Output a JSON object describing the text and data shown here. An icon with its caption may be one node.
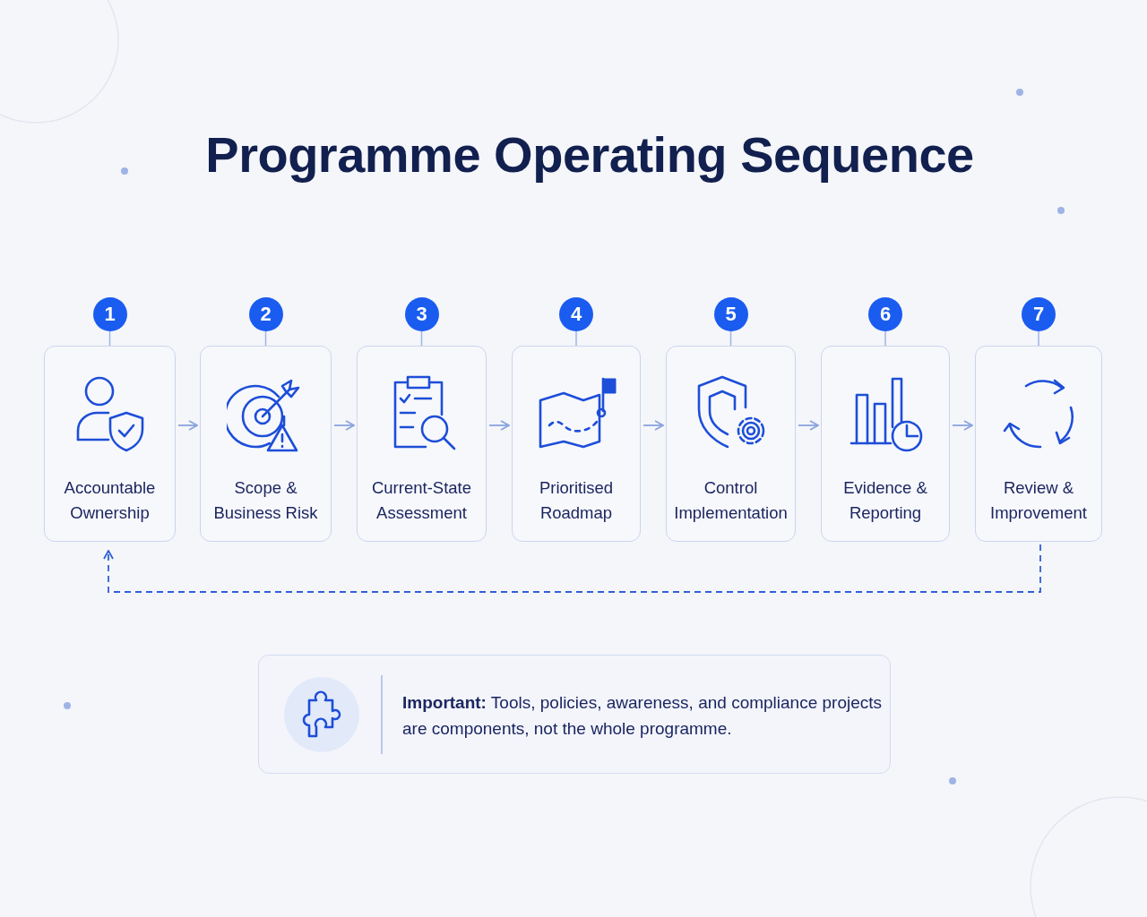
{
  "diagram": {
    "title": "Programme **Operating Sequence**",
    "nodes": [
      {
        "text": [
          "Accountable Ownership"
        ],
        "beside": [
          "1"
        ]
      },
      {
        "text": [
          "Scope & Business Risk"
        ],
        "beside": [
          "2"
        ]
      },
      {
        "text": [
          "Current-State Assessment"
        ],
        "beside": [
          "3"
        ]
      },
      {
        "text": [
          "Prioritised Roadmap"
        ],
        "beside": [
          "4"
        ]
      },
      {
        "text": [
          "Control Implementation"
        ],
        "beside": [
          "5"
        ]
      },
      {
        "text": [
          "Evidence & Reporting"
        ],
        "beside": [
          "6"
        ]
      },
      {
        "text": [
          "Review & Improvement"
        ],
        "beside": [
          "7"
        ]
      },
      {
        "text": [
          "**Important:** Tools, policies, awareness, and compliance projects are components, not the whole programme."
        ]
      }
    ],
    "edges": [
      {
        "from": 0,
        "to": 1,
        "arrow": "to"
      },
      {
        "from": 1,
        "to": 2,
        "arrow": "to"
      },
      {
        "from": 2,
        "to": 3,
        "arrow": "to"
      },
      {
        "from": 3,
        "to": 4,
        "arrow": "to"
      },
      {
        "from": 4,
        "to": 5,
        "arrow": "to"
      },
      {
        "from": 5,
        "to": 6,
        "arrow": "to"
      },
      {
        "from": 6,
        "to": 0,
        "arrow": "to",
        "style": "dashed",
        "color": "#2f5fd8"
      }
    ]
  }
}
